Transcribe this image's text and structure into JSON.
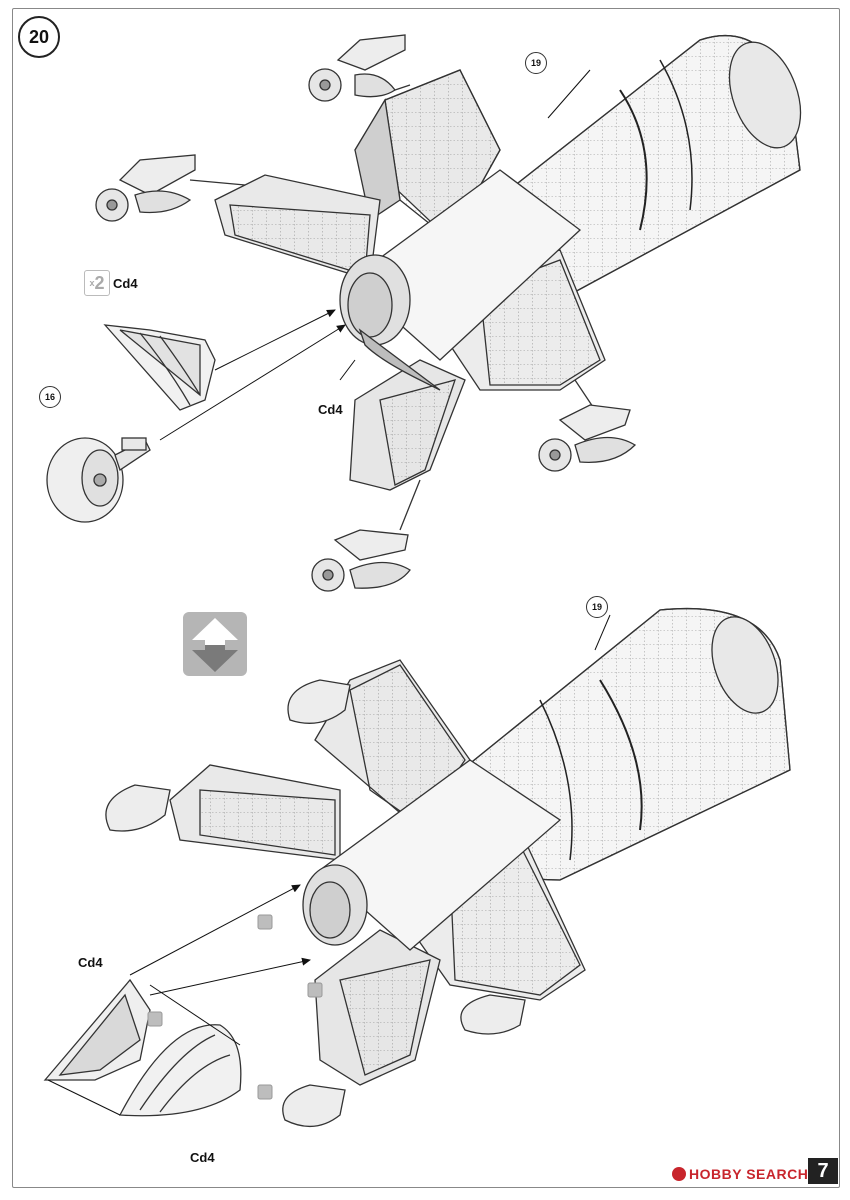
{
  "page": {
    "step_number": "20",
    "page_number": "7",
    "watermark": "HOBBY SEARCH"
  },
  "labels": {
    "multiplier": "2",
    "multiplier_prefix": "x",
    "top_cd4_a": "Cd4",
    "top_cd4_b": "Cd4",
    "bottom_cd4_a": "Cd4",
    "bottom_cd4_b": "Cd4"
  },
  "callouts": {
    "top_19": "19",
    "top_16": "16",
    "bottom_19": "19"
  },
  "icons": {
    "flip_view": "flip-arrows-icon",
    "glue": "glue-icon"
  },
  "colors": {
    "line": "#333333",
    "fill_light": "#f2f2f2",
    "fill_mid": "#d9d9d9",
    "accent_red": "#c8252c"
  }
}
